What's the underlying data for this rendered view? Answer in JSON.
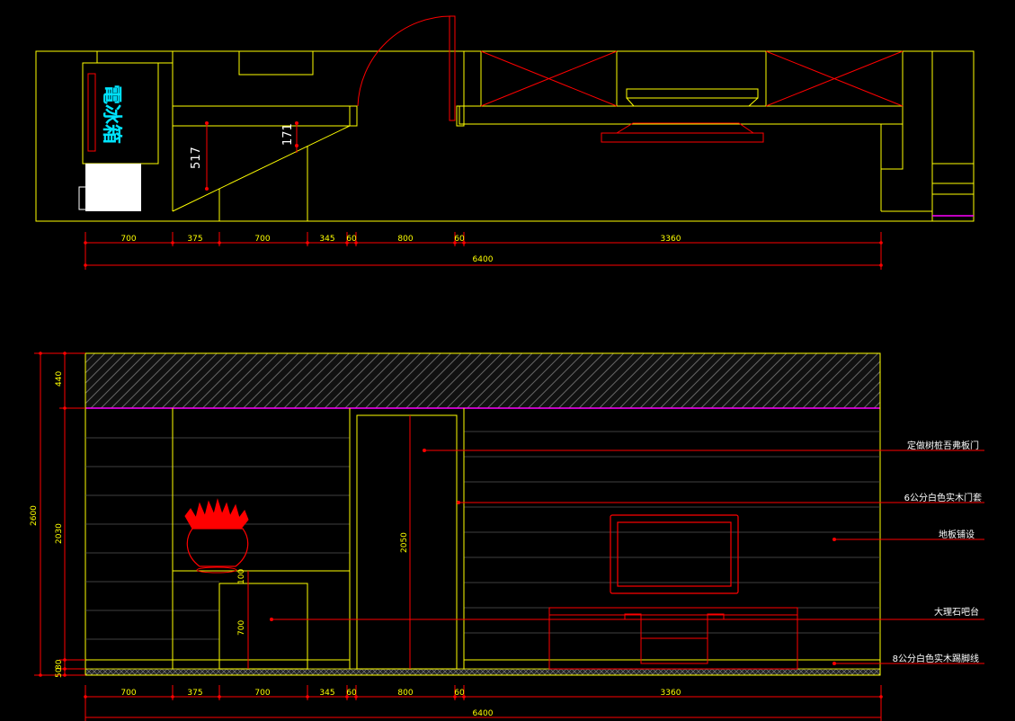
{
  "plan": {
    "fridge_label": "電冰箱",
    "dim_517": "517",
    "dim_171": "171",
    "dims": [
      "700",
      "375",
      "700",
      "345",
      "60",
      "800",
      "60",
      "3360"
    ],
    "total": "6400"
  },
  "elevation": {
    "left_total": "2600",
    "left_top": "440",
    "left_mid": "2030",
    "left_bottom_a": "50",
    "left_bottom_b": "80",
    "door_height": "2050",
    "cab_100": "100",
    "cab_700": "700",
    "dims": [
      "700",
      "375",
      "700",
      "345",
      "60",
      "800",
      "60",
      "3360"
    ],
    "total": "6400",
    "annotations": [
      "定做树桩吾弗板门",
      "6公分白色实木门套",
      "地板铺设",
      "大理石吧台",
      "8公分白色实木踢脚线"
    ]
  },
  "colors": {
    "line": "#ffff00",
    "red": "#ff0000",
    "magenta": "#ff00ff",
    "cyan": "#00e5ff",
    "white": "#ffffff"
  }
}
